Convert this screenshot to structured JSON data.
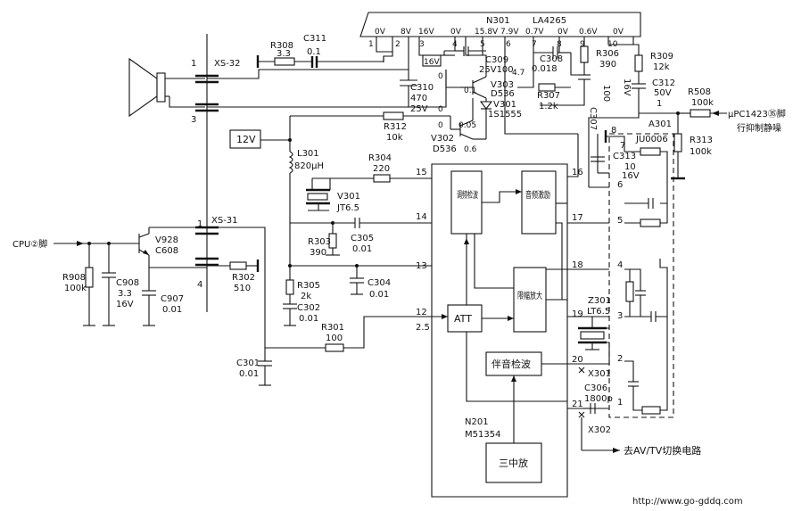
{
  "chips": {
    "la4265": {
      "ref": "N301",
      "model": "LA4265",
      "pins": [
        "1",
        "2",
        "3",
        "4",
        "5",
        "6",
        "7",
        "8",
        "9",
        "10"
      ],
      "voltages": [
        "0V",
        "8V",
        "16V",
        "0V",
        "15.8V",
        "7.9V",
        "0.7V",
        "0V",
        "0.6V",
        "0V"
      ]
    },
    "m51354": {
      "ref": "N201",
      "model": "M51354",
      "blocks": {
        "fm_detect": "调频检波",
        "audio_drive": "音频激励",
        "limiter_amp": "限幅放大",
        "att": "ATT",
        "sound_detect": "伴音检波",
        "third_if_amp": "三中放"
      },
      "pins": [
        "15",
        "14",
        "13",
        "12",
        "16",
        "17",
        "18",
        "19",
        "20",
        "21"
      ],
      "pin12_voltage": "2.5"
    }
  },
  "connectors": {
    "xs32": "XS-32",
    "xs31": "XS-31",
    "xs_pins": [
      "1",
      "3",
      "1",
      "4"
    ],
    "x301": "X301",
    "x302": "X302",
    "a301": "A301",
    "jumper": "JU0006",
    "a301_pins": [
      "8",
      "7",
      "6",
      "5",
      "4",
      "3",
      "2",
      "1"
    ]
  },
  "supply": {
    "v12": "12V"
  },
  "labels": {
    "cpu_pin": "CPU②脚",
    "upc_pin": "μPC1423㉟脚",
    "upc_desc": "行抑制静噪",
    "av_tv": "去AV/TV切换电路",
    "website": "http://www.go-gddq.com"
  },
  "components": {
    "r308": [
      "R308",
      "3.3"
    ],
    "c311": [
      "C311",
      "0.1"
    ],
    "c310": [
      "C310",
      "470",
      "25V"
    ],
    "c309": [
      "C309",
      "25V100"
    ],
    "v303": [
      "V303",
      "D536"
    ],
    "v301d": [
      "V301",
      "1S1555"
    ],
    "c308": [
      "C308",
      "0.018"
    ],
    "r306": [
      "R306",
      "390"
    ],
    "r307": [
      "R307",
      "1.2k"
    ],
    "c307": [
      "C307",
      "100",
      "16V"
    ],
    "r309": [
      "R309",
      "12k"
    ],
    "c312": [
      "C312",
      "50V",
      "1"
    ],
    "r508": [
      "R508",
      "100k"
    ],
    "r313": [
      "R313",
      "100k"
    ],
    "r312": [
      "R312",
      "10k"
    ],
    "v302": [
      "V302",
      "D536"
    ],
    "l301": [
      "L301",
      "820μH"
    ],
    "r304": [
      "R304",
      "220"
    ],
    "v301c": [
      "V301",
      "JT6.5"
    ],
    "c305": [
      "C305",
      "0.01"
    ],
    "r303": [
      "R303",
      "390"
    ],
    "r305": [
      "R305",
      "2k"
    ],
    "c302": [
      "C302",
      "0.01"
    ],
    "c304": [
      "C304",
      "0.01"
    ],
    "r301": [
      "R301",
      "100"
    ],
    "c301": [
      "C301",
      "0.01"
    ],
    "v928": [
      "V928",
      "C608"
    ],
    "r908": [
      "R908",
      "100k"
    ],
    "c908": [
      "C908",
      "3.3",
      "16V"
    ],
    "c907": [
      "C907",
      "0.01"
    ],
    "r302": [
      "R302",
      "510"
    ],
    "c313": [
      "C313",
      "10",
      "16V"
    ],
    "z301": [
      "Z301",
      "LT6.5"
    ],
    "c306": [
      "C306",
      "1800p"
    ]
  },
  "node_voltages": {
    "v303_base": "0.1",
    "v303_emitter": "4.7",
    "v302_a": "0.05",
    "v302_b": "0.6",
    "zero_a": "0",
    "zero_b": "0",
    "zero_c": "0"
  }
}
